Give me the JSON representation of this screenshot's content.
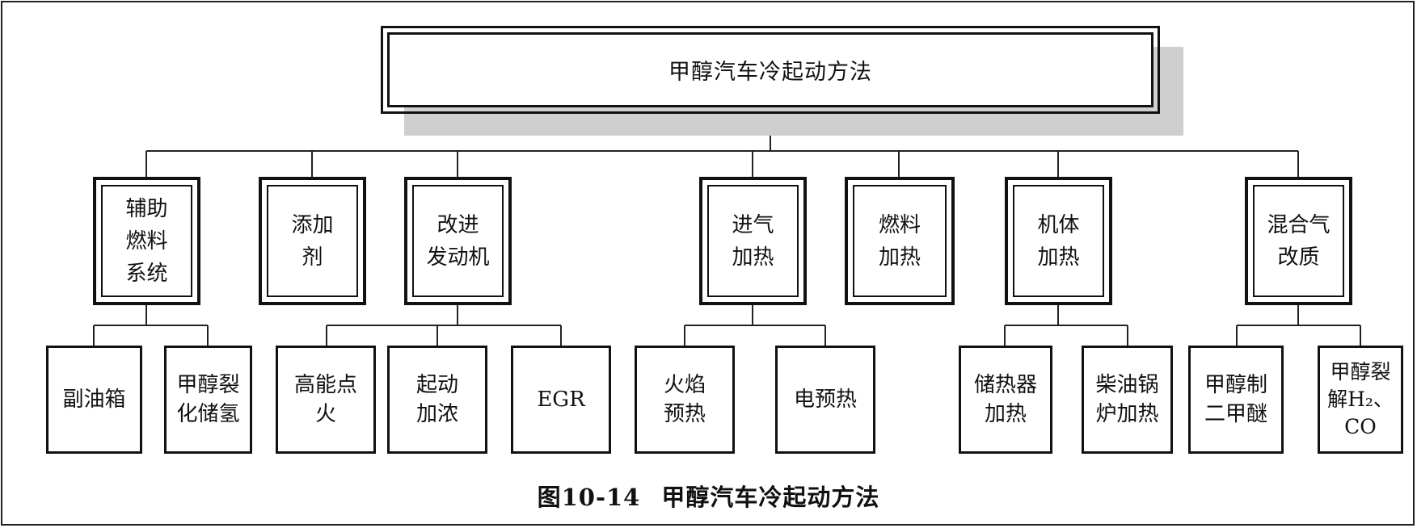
{
  "root": {
    "label": "甲醇汽车冷起动方法"
  },
  "categories": [
    {
      "lines": [
        "辅助",
        "燃料",
        "系统"
      ]
    },
    {
      "lines": [
        "添加",
        "剂"
      ]
    },
    {
      "lines": [
        "改进",
        "发动机"
      ]
    },
    {
      "lines": [
        "进气",
        "加热"
      ]
    },
    {
      "lines": [
        "燃料",
        "加热"
      ]
    },
    {
      "lines": [
        "机体",
        "加热"
      ]
    },
    {
      "lines": [
        "混合气",
        "改质"
      ]
    }
  ],
  "leaves": [
    {
      "lines": [
        "副油箱"
      ]
    },
    {
      "lines": [
        "甲醇裂",
        "化储氢"
      ]
    },
    {
      "lines": [
        "高能点",
        "火"
      ]
    },
    {
      "lines": [
        "起动",
        "加浓"
      ]
    },
    {
      "lines": [
        "EGR"
      ]
    },
    {
      "lines": [
        "火焰",
        "预热"
      ]
    },
    {
      "lines": [
        "电预热"
      ]
    },
    {
      "lines": [
        "储热器",
        "加热"
      ]
    },
    {
      "lines": [
        "柴油锅",
        "炉加热"
      ]
    },
    {
      "lines": [
        "甲醇制",
        "二甲醚"
      ]
    },
    {
      "lines": [
        "甲醇裂",
        "解H₂、",
        "CO"
      ]
    }
  ],
  "caption": {
    "number": "图10-14",
    "title": "甲醇汽车冷起动方法"
  }
}
